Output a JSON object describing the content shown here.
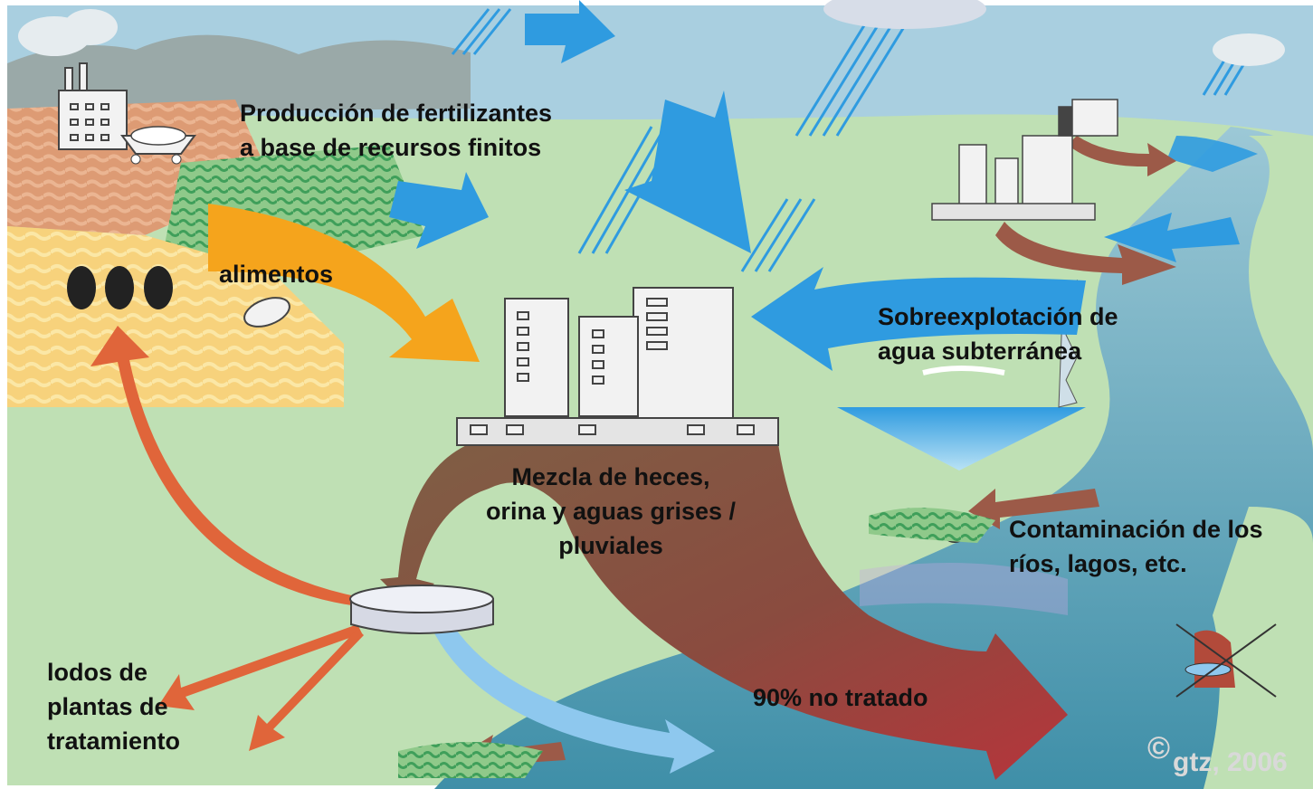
{
  "labels": {
    "fertilizer": [
      "Producción de fertilizantes",
      "a base de recursos finitos"
    ],
    "food": "alimentos",
    "groundwater": [
      "Sobreexplotación de",
      "agua subterránea"
    ],
    "mixture": [
      "Mezcla de heces,",
      "orina y aguas grises /",
      "pluviales"
    ],
    "contamination": [
      "Contaminación de los",
      "ríos, lagos, etc."
    ],
    "sludge": [
      "lodos de",
      "plantas de",
      "tratamiento"
    ],
    "untreated": "90% no tratado",
    "copyright_symbol": "©",
    "copyright": "gtz, 2006"
  },
  "icons": [
    "factory-icon",
    "ship-icon",
    "grain-icon",
    "bread-icon",
    "city-icon",
    "treatment-plant-icon",
    "skull-icon",
    "no-drinking-icon",
    "cloud-icon",
    "rain-icon"
  ],
  "colors": {
    "sky": "#a9cfe0",
    "land": "#b9dcae",
    "field": "#f7d27c",
    "food_arrow": "#f5a41c",
    "water_arrow": "#2f9be0",
    "waste_arrow": "#8a5a43",
    "sludge_arrow": "#e0653a",
    "river": "#4f9fbb",
    "untreated_arrow": "#b23a3a"
  }
}
